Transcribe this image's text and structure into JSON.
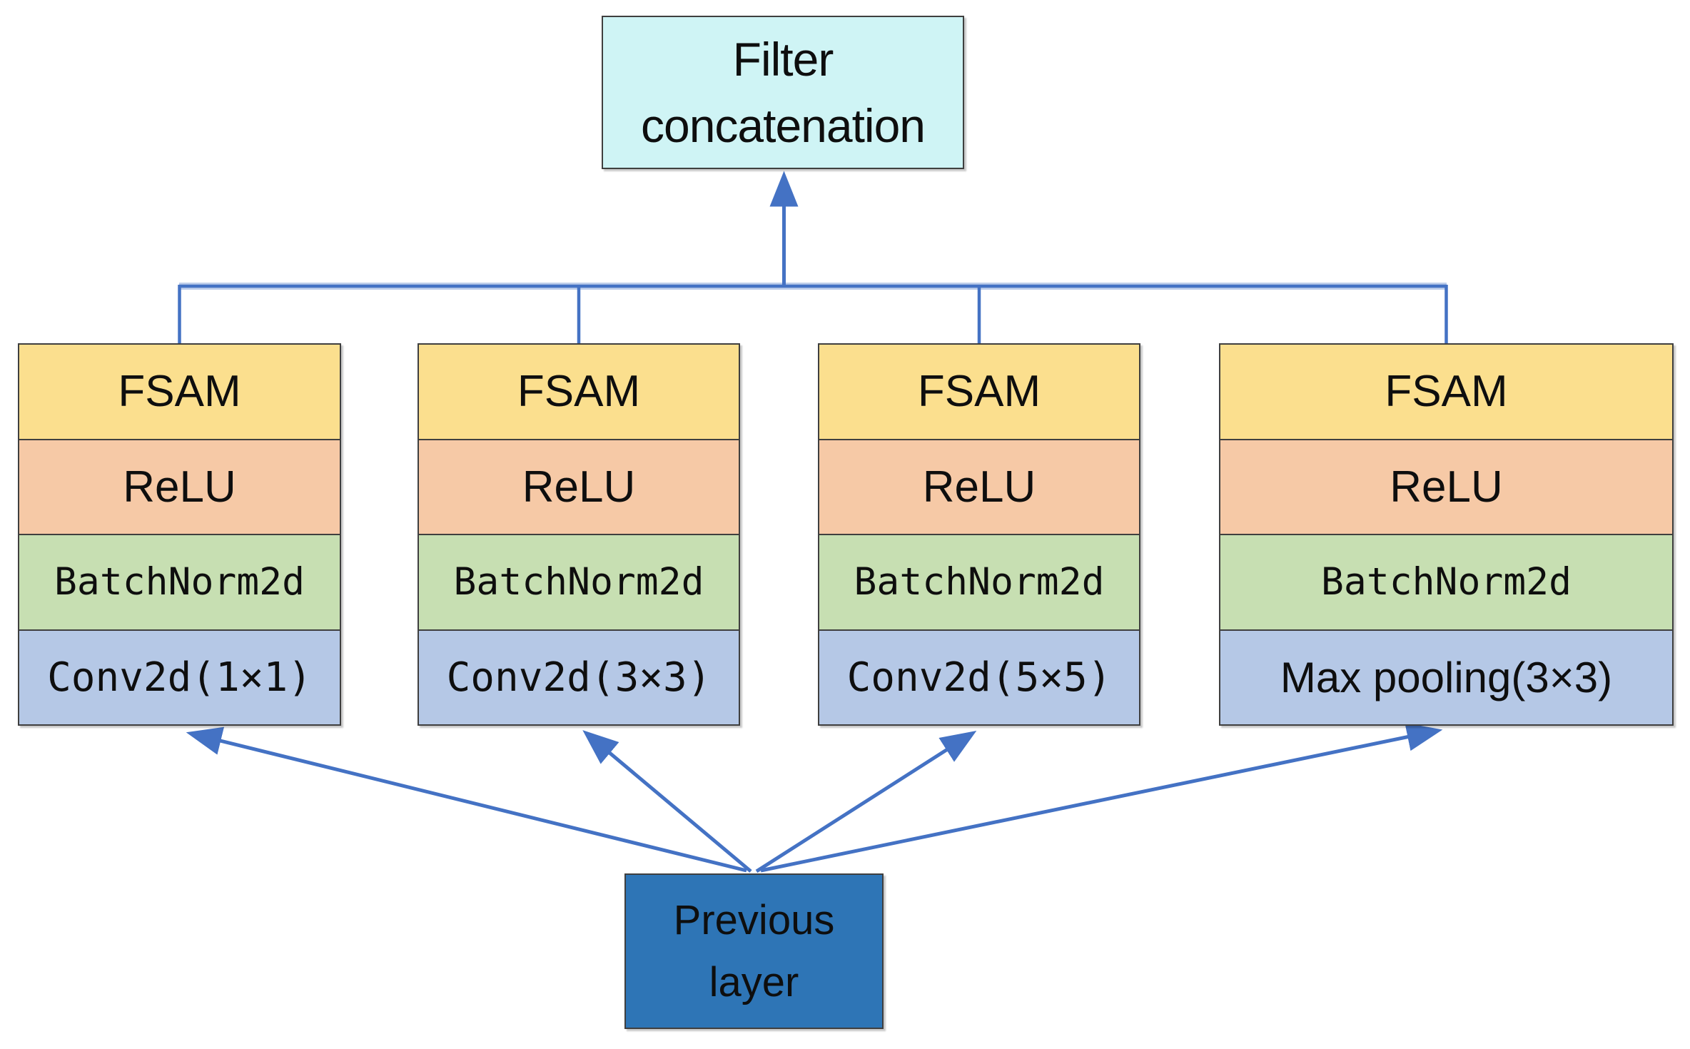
{
  "diagram": {
    "top_box": {
      "label": "Filter\nconcatenation"
    },
    "previous_layer": {
      "label": "Previous\nlayer"
    },
    "branches": [
      {
        "rows": [
          {
            "label": "FSAM"
          },
          {
            "label": "ReLU"
          },
          {
            "label": "BatchNorm2d"
          },
          {
            "label": "Conv2d(1×1)"
          }
        ]
      },
      {
        "rows": [
          {
            "label": "FSAM"
          },
          {
            "label": "ReLU"
          },
          {
            "label": "BatchNorm2d"
          },
          {
            "label": "Conv2d(3×3)"
          }
        ]
      },
      {
        "rows": [
          {
            "label": "FSAM"
          },
          {
            "label": "ReLU"
          },
          {
            "label": "BatchNorm2d"
          },
          {
            "label": "Conv2d(5×5)"
          }
        ]
      },
      {
        "rows": [
          {
            "label": "FSAM"
          },
          {
            "label": "ReLU"
          },
          {
            "label": "BatchNorm2d"
          },
          {
            "label": "Max pooling(3×3)"
          }
        ]
      }
    ]
  },
  "colors": {
    "background": "#FFFFFF",
    "concat": "#CFF4F5",
    "fsam": "#FBDF8E",
    "relu": "#F6C9A6",
    "batchnorm": "#C7DFB2",
    "conv": "#B5C8E6",
    "previous": "#2E75B6",
    "arrow": "#4472C4",
    "border": "#3F3F3F",
    "text": "#0E0E0E"
  }
}
